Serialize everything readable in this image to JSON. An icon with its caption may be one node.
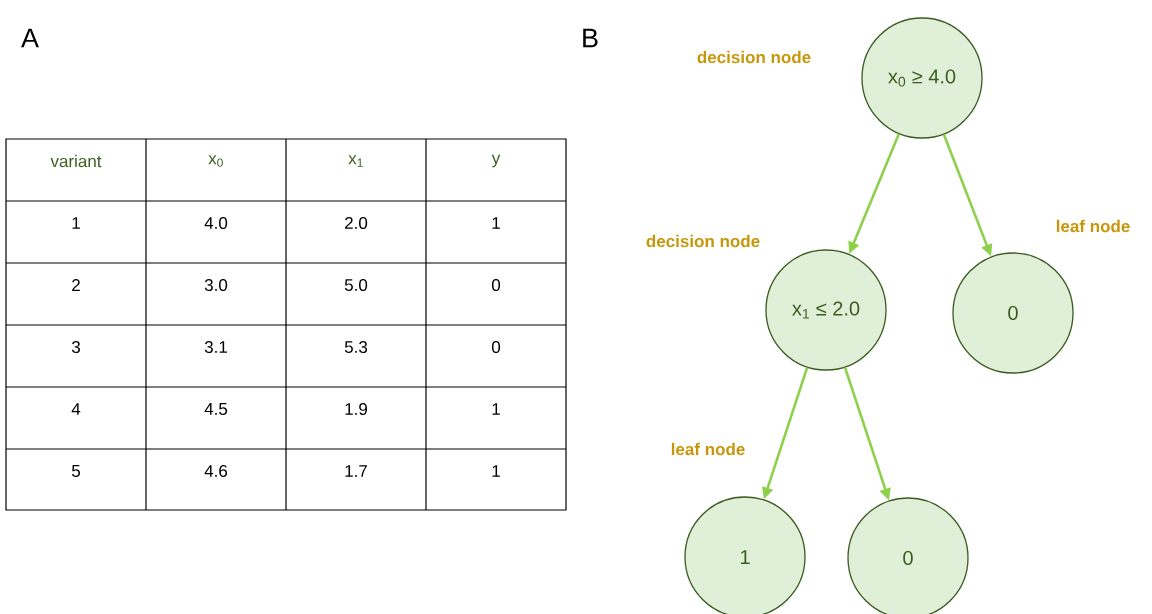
{
  "diagram": {
    "nodes": [
      {
        "text": [
          "x$_{0}$ ≥ 4.0"
        ],
        "beside": [
          "decision node"
        ]
      },
      {
        "text": [
          "x$_{1}$ ≤ 2.0"
        ],
        "beside": [
          "decision node"
        ]
      },
      {
        "text": [
          "0"
        ],
        "beside": [
          "leaf node"
        ]
      },
      {
        "text": [
          "1"
        ],
        "beside": [
          "leaf node"
        ]
      },
      {
        "text": [
          "0"
        ]
      }
    ],
    "edges": [
      {
        "from": 0,
        "to": 1,
        "arrow": "to"
      },
      {
        "from": 0,
        "to": 2,
        "arrow": "to"
      },
      {
        "from": 1,
        "to": 3,
        "arrow": "to"
      },
      {
        "from": 1,
        "to": 4,
        "arrow": "to"
      }
    ],
    "labels": [
      "A",
      "B",
      "variant",
      "x$_{0}$",
      "x$_{1}$",
      "y",
      "1",
      "4.0",
      "2.0",
      "1",
      "2",
      "3.0",
      "5.0",
      "0",
      "3",
      "3.1",
      "5.3",
      "0",
      "4",
      "4.5",
      "1.9",
      "1",
      "5",
      "4.6",
      "1.7",
      "1"
    ]
  }
}
